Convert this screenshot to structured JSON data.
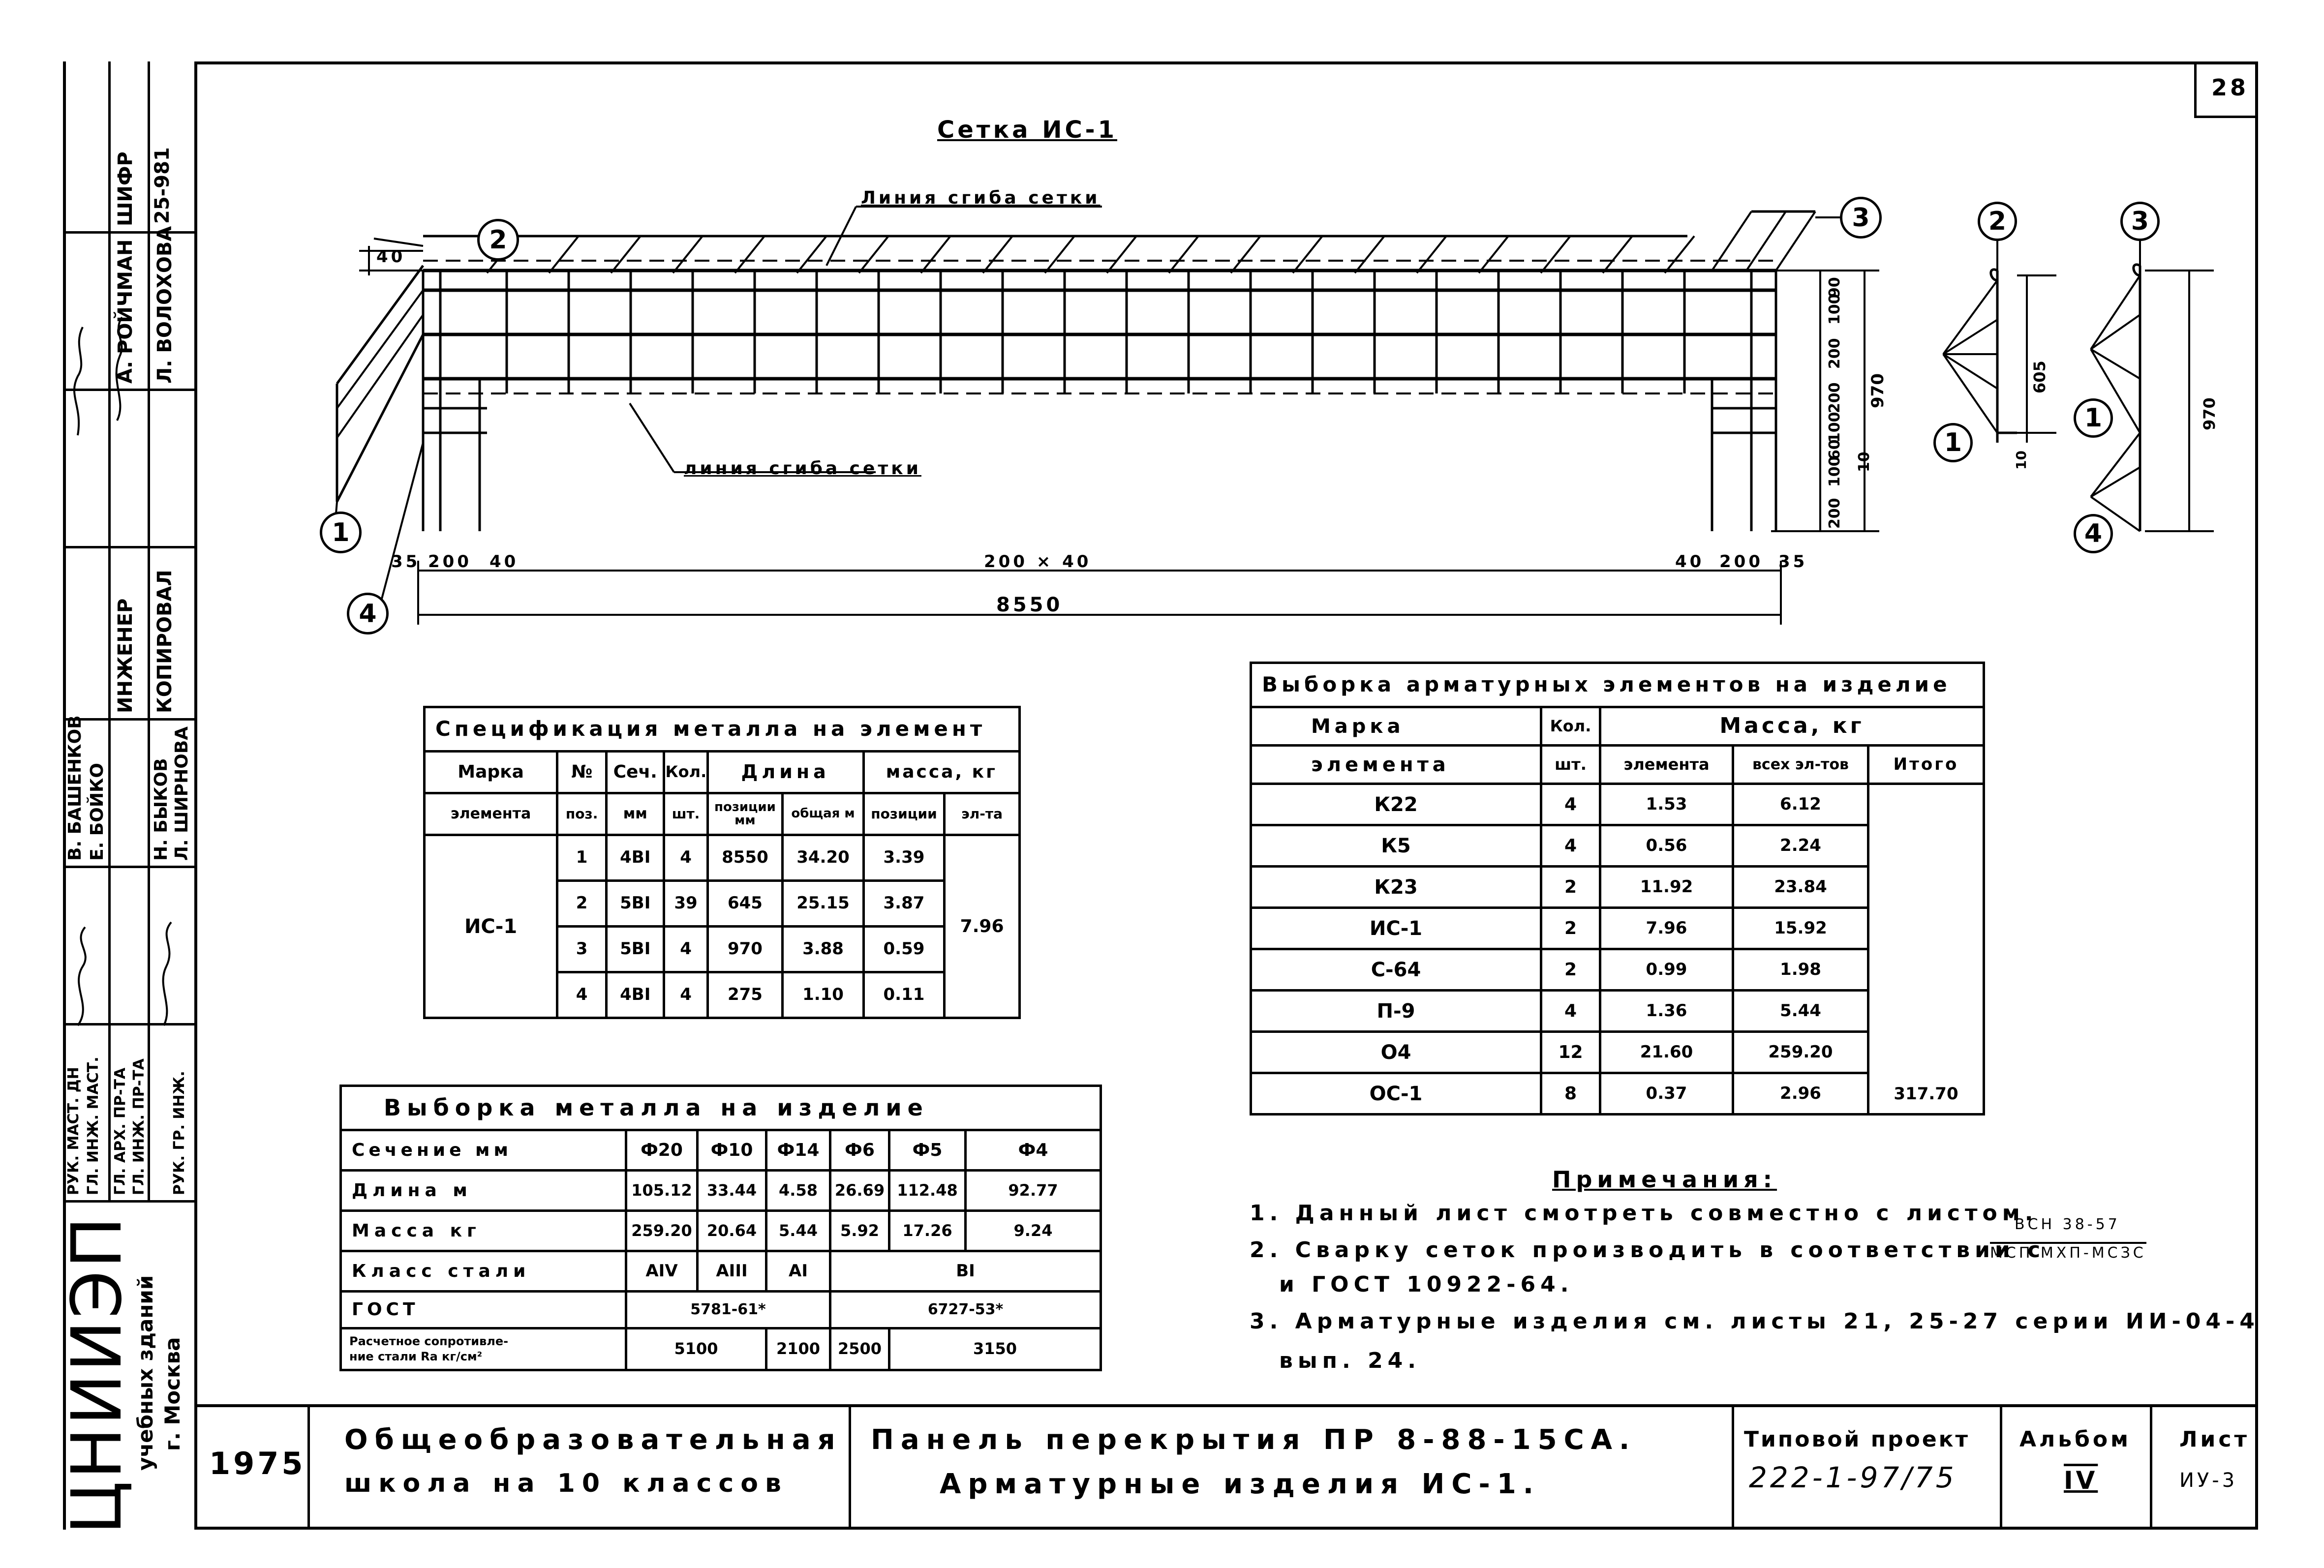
{
  "sheet_number": "28",
  "drawing": {
    "title": "Сетка ИС-1",
    "bend_line_top": "Линия сгиба сетки",
    "bend_line_bottom": "линия сгиба сетки",
    "markers": [
      "1",
      "2",
      "3",
      "4"
    ],
    "dims_vertical_left": "40",
    "dims_right": [
      "90",
      "100",
      "200",
      "200",
      "100",
      "60",
      "100",
      "200"
    ],
    "dim_970": "970",
    "dim_10": "10",
    "dims_bottom": [
      "35",
      "200",
      "40",
      "200 × 40",
      "40",
      "200",
      "35"
    ],
    "total_length": "8550",
    "section_dims": {
      "d605": "605",
      "d10": "10",
      "d970": "970"
    }
  },
  "spec_table": {
    "title": "Спецификация металла на элемент",
    "headers": {
      "mark": "Марка",
      "mark2": "элемента",
      "pos": "№",
      "pos2": "поз.",
      "sec": "Сеч.",
      "sec2": "мм",
      "qty": "Кол.",
      "qty2": "шт.",
      "length": "Длина",
      "len_pos": "позиции мм",
      "len_total": "общая м",
      "mass": "масса, кг",
      "mass_pos": "позиции",
      "mass_el": "эл-та"
    },
    "element": "ИС-1",
    "rows": [
      {
        "pos": "1",
        "sec": "4BI",
        "qty": "4",
        "len_pos": "8550",
        "len_total": "34.20",
        "mass": "3.39"
      },
      {
        "pos": "2",
        "sec": "5BI",
        "qty": "39",
        "len_pos": "645",
        "len_total": "25.15",
        "mass": "3.87"
      },
      {
        "pos": "3",
        "sec": "5BI",
        "qty": "4",
        "len_pos": "970",
        "len_total": "3.88",
        "mass": "0.59"
      },
      {
        "pos": "4",
        "sec": "4BI",
        "qty": "4",
        "len_pos": "275",
        "len_total": "1.10",
        "mass": "0.11"
      }
    ],
    "mass_element": "7.96"
  },
  "metal_table": {
    "title": "Выборка металла на изделие",
    "section_label": "Сечение мм",
    "diameters": [
      "Ф20",
      "Ф10",
      "Ф14",
      "Ф6",
      "Ф5",
      "Ф4"
    ],
    "length_label": "Длина м",
    "lengths": [
      "105.12",
      "33.44",
      "4.58",
      "26.69",
      "112.48",
      "92.77"
    ],
    "mass_label": "Масса кг",
    "masses": [
      "259.20",
      "20.64",
      "5.44",
      "5.92",
      "17.26",
      "9.24"
    ],
    "class_label": "Класс стали",
    "classes": [
      "AIV",
      "AIII",
      "AI",
      "BI"
    ],
    "gost_label": "ГОСТ",
    "gosts": [
      "5781-61*",
      "6727-53*"
    ],
    "resist_label_1": "Расчетное сопротивле-",
    "resist_label_2": "ние стали Ra кг/см²",
    "resists": [
      "5100",
      "2100",
      "2500",
      "3150"
    ]
  },
  "sample_table": {
    "title": "Выборка арматурных элементов на изделие",
    "headers": {
      "mark": "Марка",
      "mark2": "элемента",
      "qty": "Кол.",
      "qty2": "шт.",
      "mass": "Масса, кг",
      "el": "элемента",
      "all": "всех эл-тов",
      "total": "Итого"
    },
    "rows": [
      {
        "mark": "К22",
        "qty": "4",
        "el": "1.53",
        "all": "6.12"
      },
      {
        "mark": "К5",
        "qty": "4",
        "el": "0.56",
        "all": "2.24"
      },
      {
        "mark": "К23",
        "qty": "2",
        "el": "11.92",
        "all": "23.84"
      },
      {
        "mark": "ИС-1",
        "qty": "2",
        "el": "7.96",
        "all": "15.92"
      },
      {
        "mark": "С-64",
        "qty": "2",
        "el": "0.99",
        "all": "1.98"
      },
      {
        "mark": "П-9",
        "qty": "4",
        "el": "1.36",
        "all": "5.44"
      },
      {
        "mark": "О4",
        "qty": "12",
        "el": "21.60",
        "all": "259.20"
      },
      {
        "mark": "ОС-1",
        "qty": "8",
        "el": "0.37",
        "all": "2.96"
      }
    ],
    "total": "317.70"
  },
  "notes": {
    "title": "Примечания:",
    "n1": "1. Данный лист смотреть совместно с листом.",
    "n1_ref": "ВСН 38-57",
    "n2": "2. Сварку сеток производить в соответствии с",
    "n2_ref": "МСП МХП-МСЗС",
    "n2b": "и ГОСТ 10922-64.",
    "n3": "3. Арматурные изделия см. листы 21, 25-27 серии ИИ-04-4",
    "n3b": "вып. 24."
  },
  "left_strip": {
    "org": "ЦНИИЭП",
    "org_sub1": "учебных зданий",
    "org_sub2": "г. Москва",
    "roles": [
      "РУК. МАСТ. ДН",
      "ГЛ. ИНЖ. МАСТ.",
      "ГЛ. АРХ. ПР-ТА",
      "ГЛ. ИНЖ. ПР-ТА",
      "РУК. ГР. ИНЖ."
    ],
    "names_a": [
      "В. БАШЕНКОВ",
      "Е. БОЙКО"
    ],
    "names_b": [
      "Н. БЫКОВ",
      "Л. ШИРНОВА"
    ],
    "engineer": "ИНЖЕНЕР",
    "copied": "КОПИРОВАЛ",
    "person1": "А. РОЙЧМАН",
    "person2": "Л. ВОЛОХОВА",
    "cipher_label": "ШИФР",
    "cipher": "25-981"
  },
  "title_block": {
    "year": "1975",
    "object_1": "Общеобразовательная",
    "object_2": "школа на 10 классов",
    "subject_1": "Панель перекрытия ПР 8-88-15СА.",
    "subject_2": "Арматурные изделия ИС-1.",
    "project_label": "Типовой проект",
    "project_no": "222-1-97/75",
    "album_label": "Альбом",
    "album_no": "IV",
    "sheet_label": "Лист",
    "sheet_no": "ИУ-3"
  }
}
